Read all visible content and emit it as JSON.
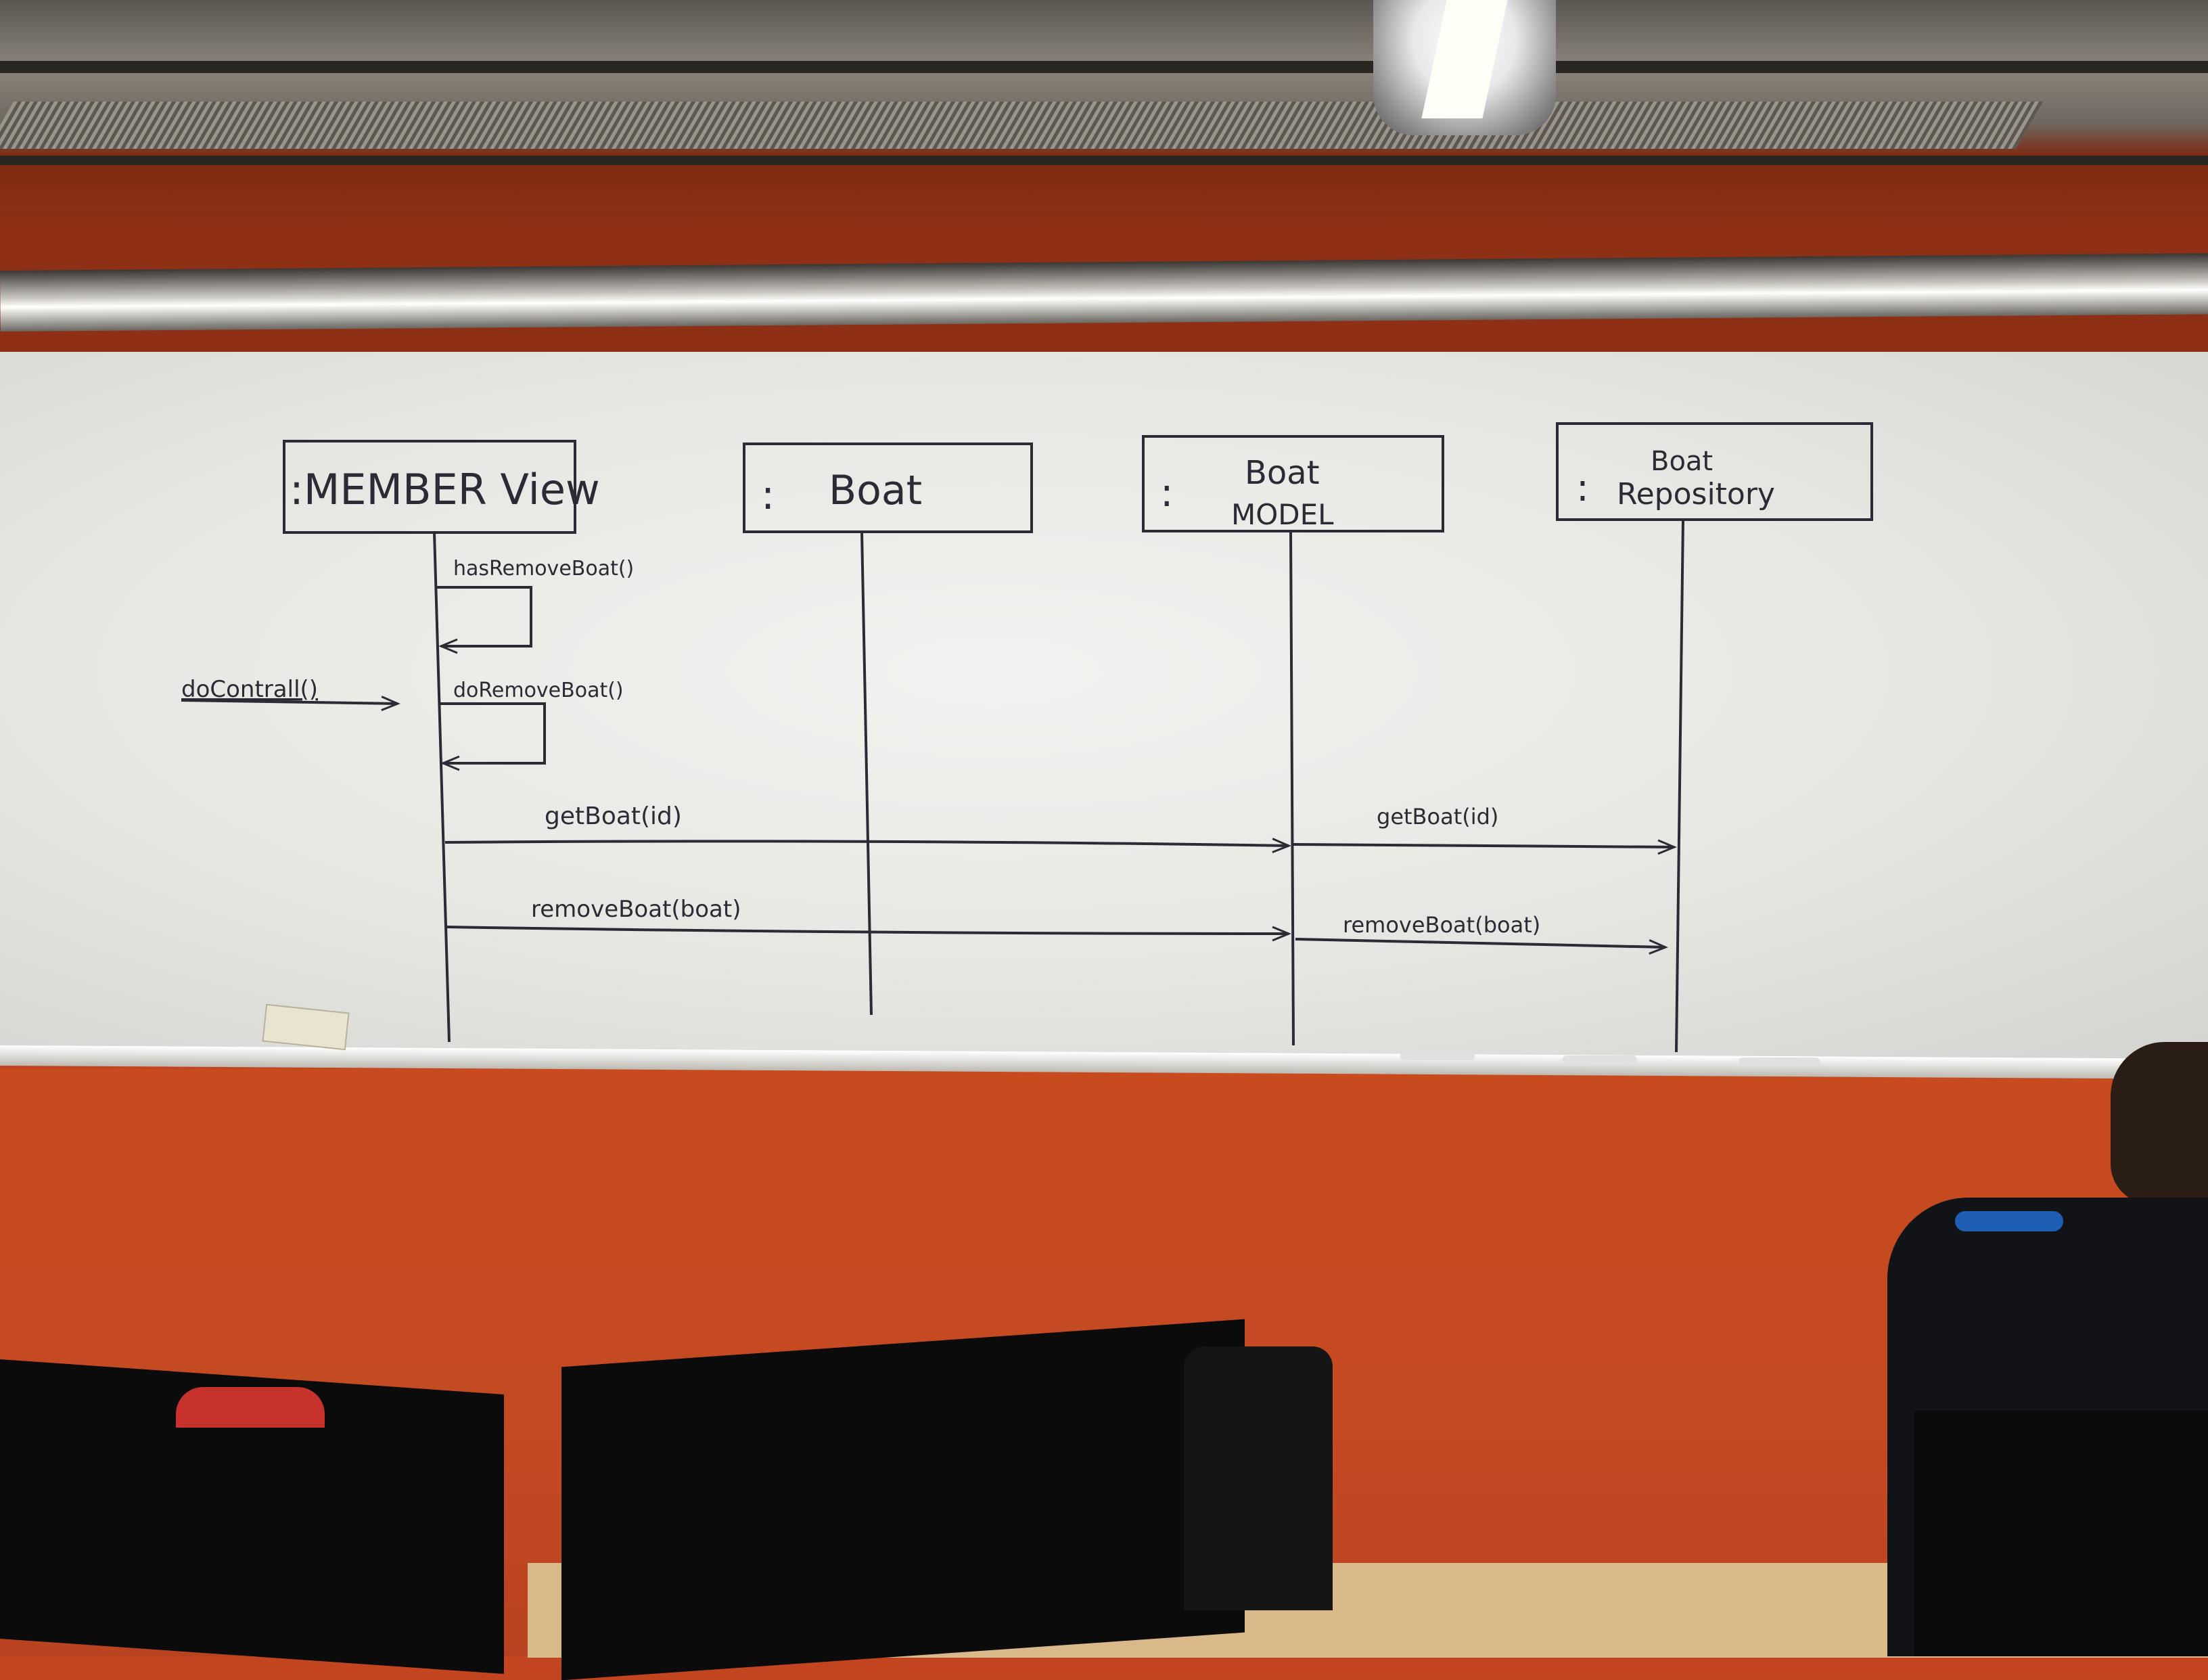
{
  "diagram": {
    "lifelines": [
      {
        "label": ":MEMBER View"
      },
      {
        "label": "Boat",
        "prefix": ":"
      },
      {
        "label_line1": "Boat",
        "label_line2": "MODEL",
        "prefix": ":"
      },
      {
        "label_line1": "Boat",
        "label_line2": "Repository",
        "prefix": ":"
      }
    ],
    "messages": {
      "entry": "doContrall()",
      "self1": "hasRemoveBoat()",
      "self2": "doRemoveBoat()",
      "get1": "getBoat(id)",
      "get2": "getBoat(id)",
      "remove1": "removeBoat(boat)",
      "remove2": "removeBoat(boat)"
    }
  },
  "colors": {
    "ink": "#2b2b36",
    "whiteboard": "#ecece9",
    "wall": "#c44a20"
  }
}
